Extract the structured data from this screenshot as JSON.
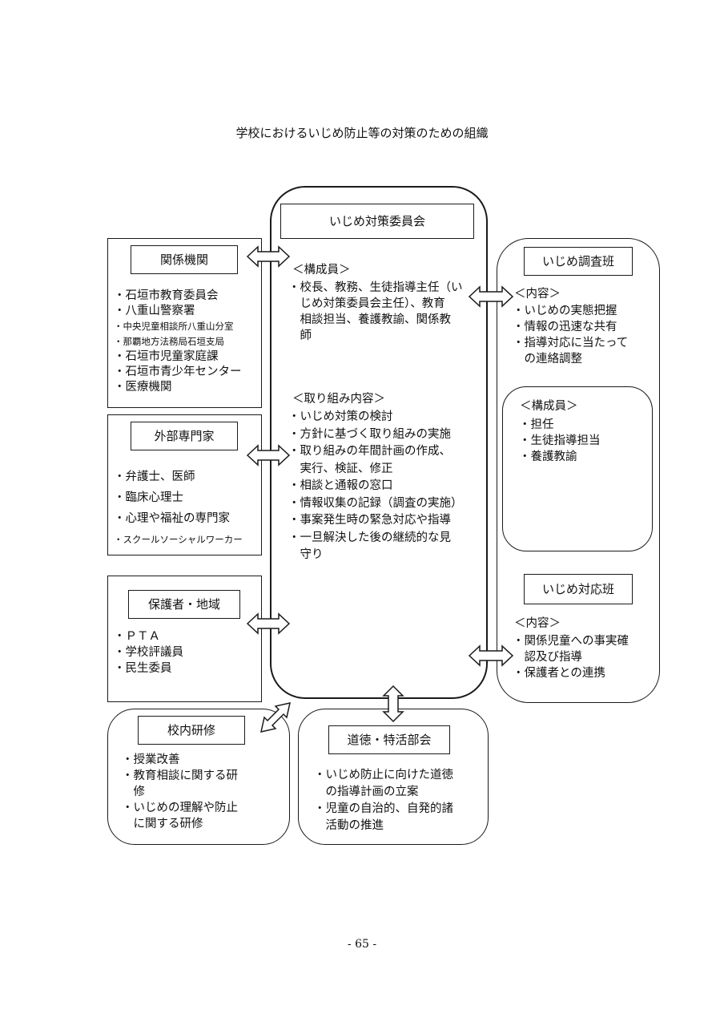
{
  "title": "学校におけるいじめ防止等の対策のための組織",
  "page_number": "- 65 -",
  "center": {
    "heading": "いじめ対策委員会",
    "members_heading": "＜構成員＞",
    "members": [
      "・校長、教務、生徒指導主任（い",
      "　じめ対策委員会主任）、教育",
      "　相談担当、養護教諭、関係教",
      "　師"
    ],
    "tasks_heading": "＜取り組み内容＞",
    "tasks": [
      "・いじめ対策の検討",
      "・方針に基づく取り組みの実施",
      "・取り組みの年間計画の作成、",
      "　実行、検証、修正",
      "・相談と通報の窓口",
      "・情報収集の記録（調査の実施）",
      "・事案発生時の緊急対応や指導",
      "・一旦解決した後の継続的な見",
      "　守り"
    ]
  },
  "kankei": {
    "heading": "関係機関",
    "items": [
      "・石垣市教育委員会",
      "・八重山警察署",
      "・中央児童相談所八重山分室",
      "・那覇地方法務局石垣支局",
      "・石垣市児童家庭課",
      "・石垣市青少年センター",
      "・医療機関"
    ]
  },
  "gaibu": {
    "heading": "外部専門家",
    "items": [
      "・弁護士、医師",
      "・臨床心理士",
      "・心理や福祉の専門家",
      "・スクールソーシャルワーカー"
    ]
  },
  "hogosha": {
    "heading": "保護者・地域",
    "items": [
      "・ＰＴＡ",
      "・学校評議員",
      "・民生委員"
    ]
  },
  "kennai": {
    "heading": "校内研修",
    "items": [
      "・授業改善",
      "・教育相談に関する研",
      "　修",
      "・いじめの理解や防止",
      "　に関する研修"
    ]
  },
  "doutoku": {
    "heading": "道徳・特活部会",
    "items": [
      "・いじめ防止に向けた道徳",
      "　の指導計画の立案",
      "・児童の自治的、自発的諸",
      "　活動の推進"
    ]
  },
  "chousa": {
    "heading": "いじめ調査班",
    "content_heading": "＜内容＞",
    "content": [
      "・いじめの実態把握",
      "・情報の迅速な共有",
      "・指導対応に当たって",
      "　の連絡調整"
    ],
    "members_heading": "＜構成員＞",
    "members": [
      "・担任",
      "・生徒指導担当",
      "・養護教諭"
    ]
  },
  "taiou": {
    "heading": "いじめ対応班",
    "content_heading": "＜内容＞",
    "content": [
      "・関係児童への事実確",
      "　認及び指導",
      "・保護者との連携"
    ]
  }
}
